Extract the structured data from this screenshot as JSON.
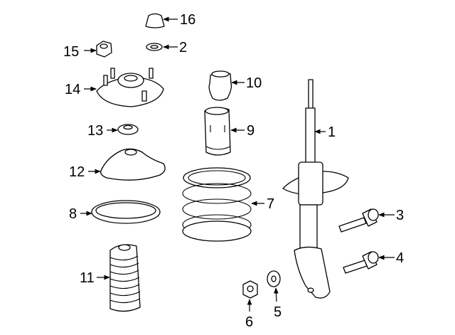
{
  "diagram": {
    "title": "Front strut assembly parts diagram",
    "callouts": {
      "c1": "1",
      "c2": "2",
      "c3": "3",
      "c4": "4",
      "c5": "5",
      "c6": "6",
      "c7": "7",
      "c8": "8",
      "c9": "9",
      "c10": "10",
      "c11": "11",
      "c12": "12",
      "c13": "13",
      "c14": "14",
      "c15": "15",
      "c16": "16"
    }
  }
}
